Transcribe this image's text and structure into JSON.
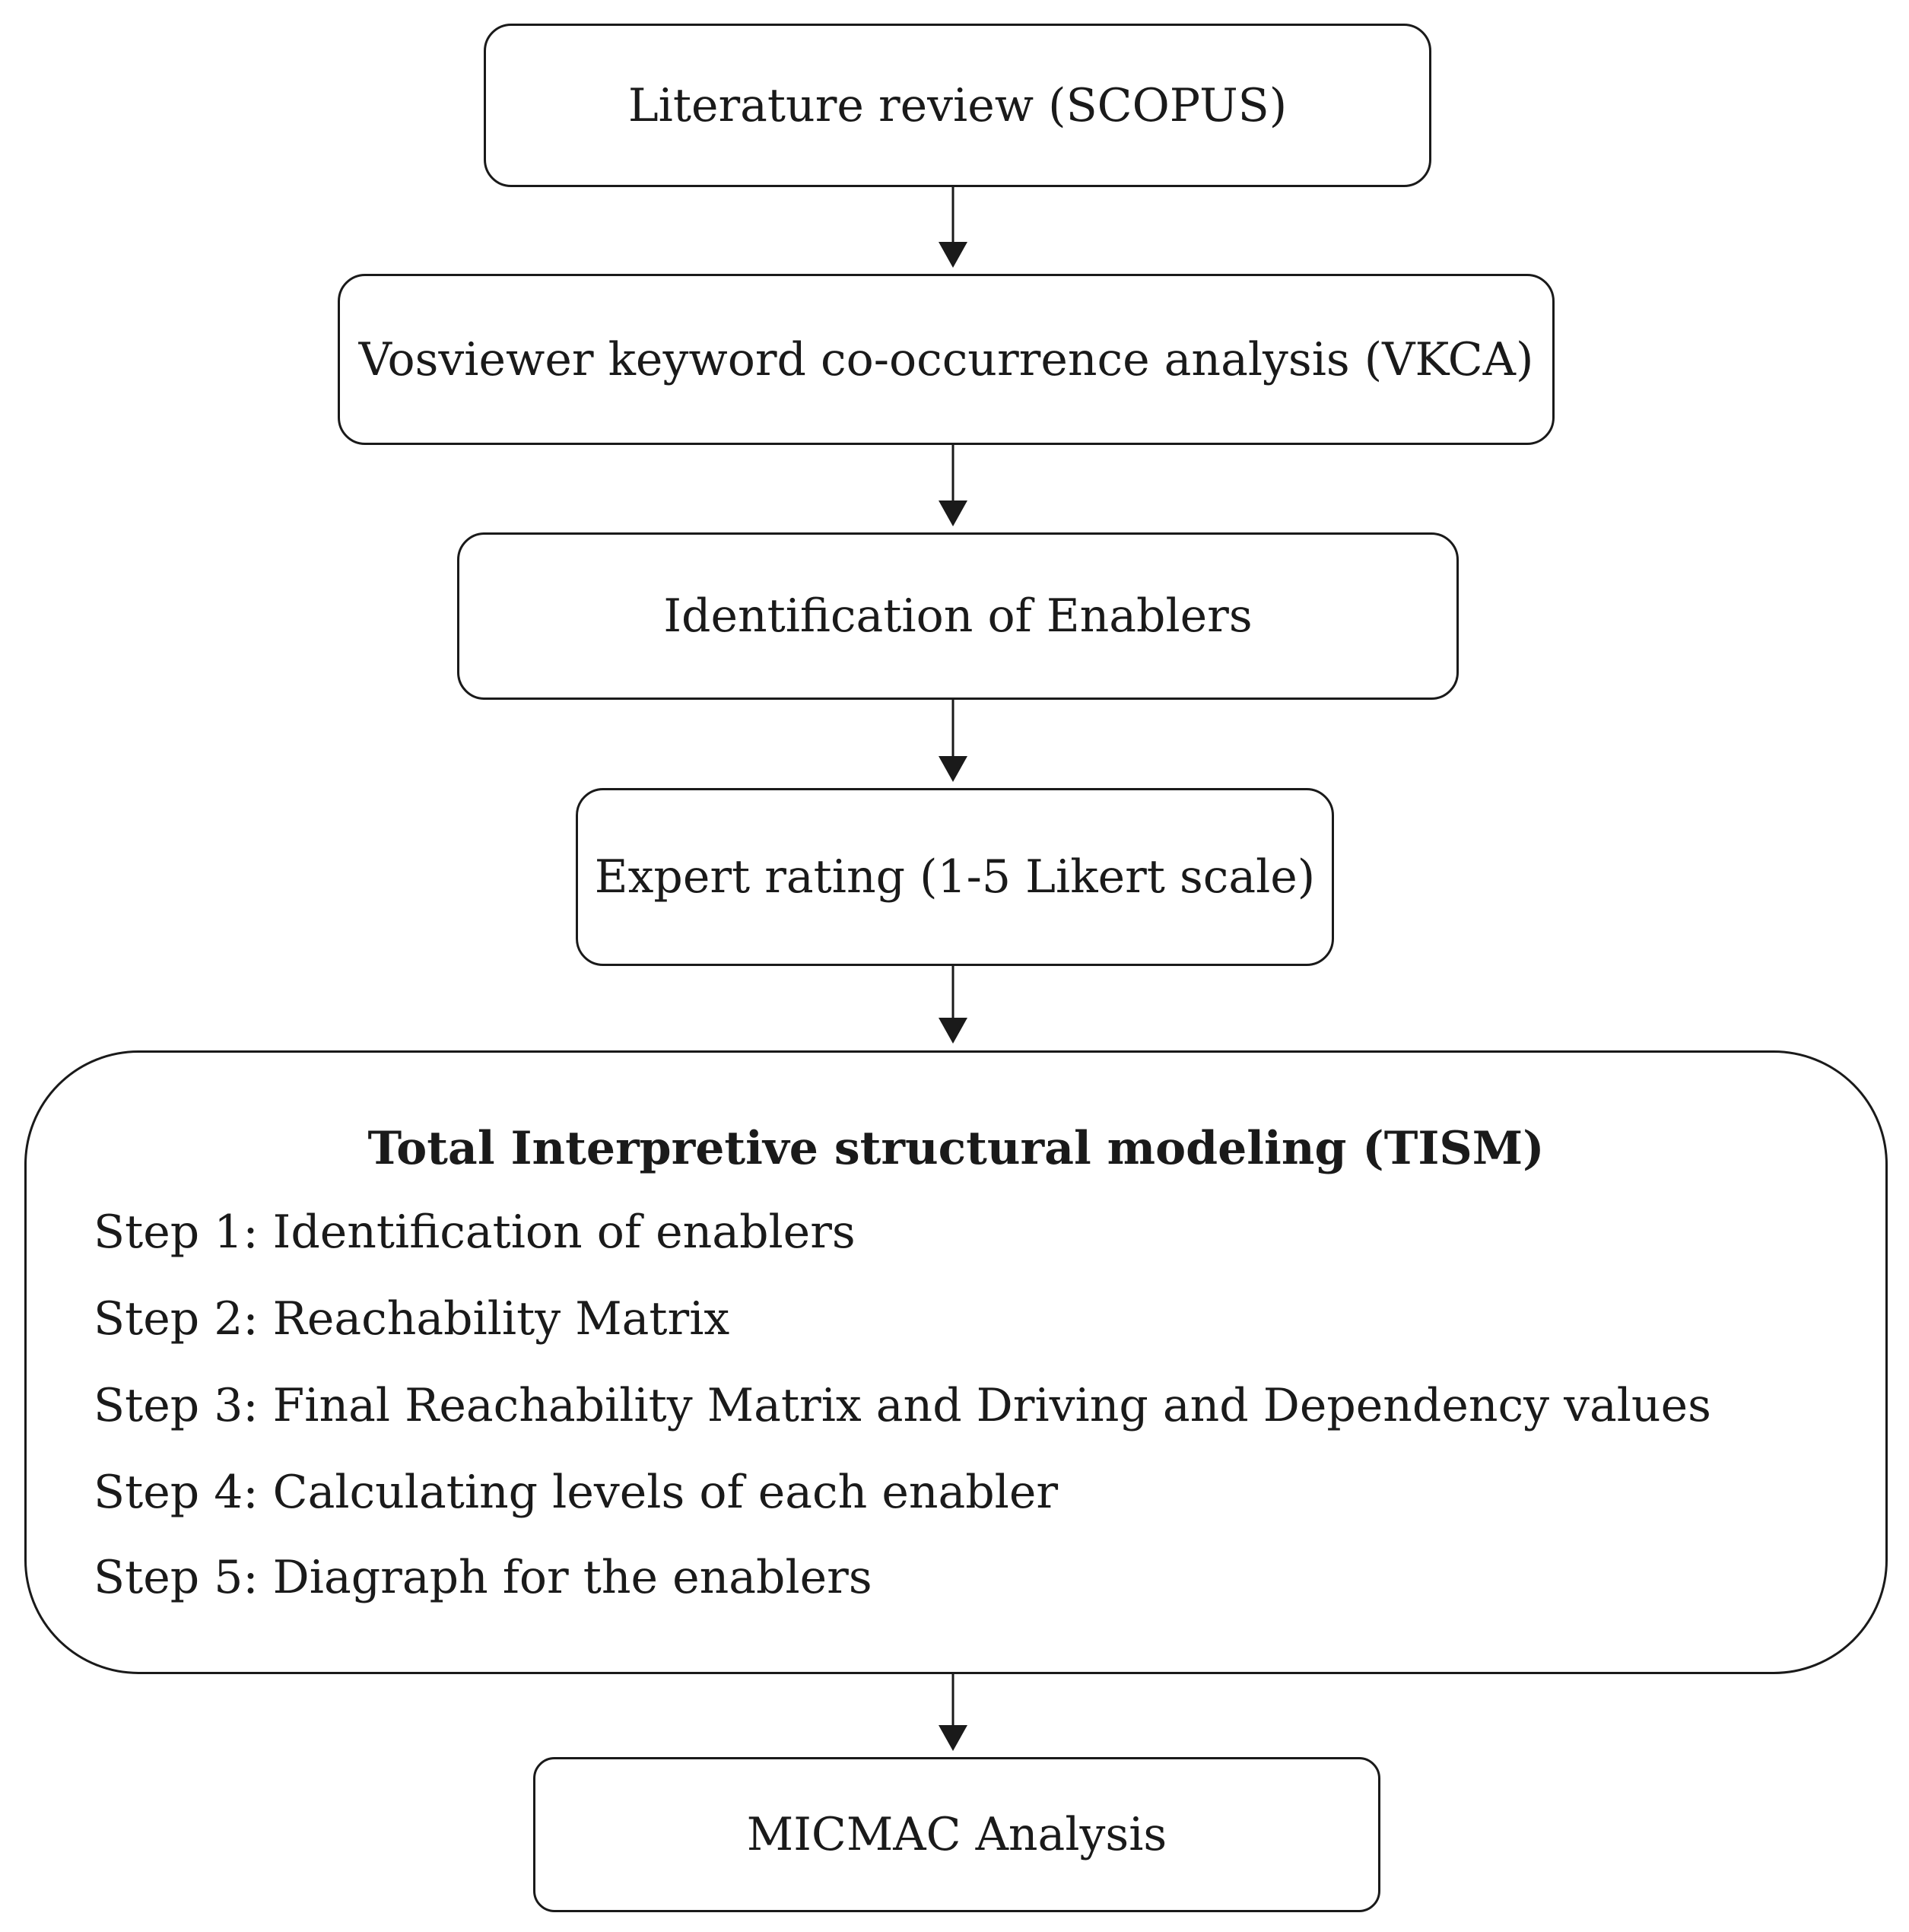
{
  "flowchart": {
    "literature_review": "Literature review (SCOPUS)",
    "vkca": "Vosviewer keyword co-occurrence analysis (VKCA)",
    "identification": "Identification of Enablers",
    "expert_rating": "Expert rating (1-5 Likert scale)",
    "tism": {
      "title": "Total Interpretive structural modeling (TISM)",
      "steps": [
        "Step 1: Identification of enablers",
        "Step 2: Reachability Matrix",
        "Step 3: Final Reachability Matrix and Driving and Dependency values",
        "Step 4: Calculating levels of each enabler",
        "Step 5: Diagraph for the enablers"
      ]
    },
    "micmac": "MICMAC Analysis"
  }
}
